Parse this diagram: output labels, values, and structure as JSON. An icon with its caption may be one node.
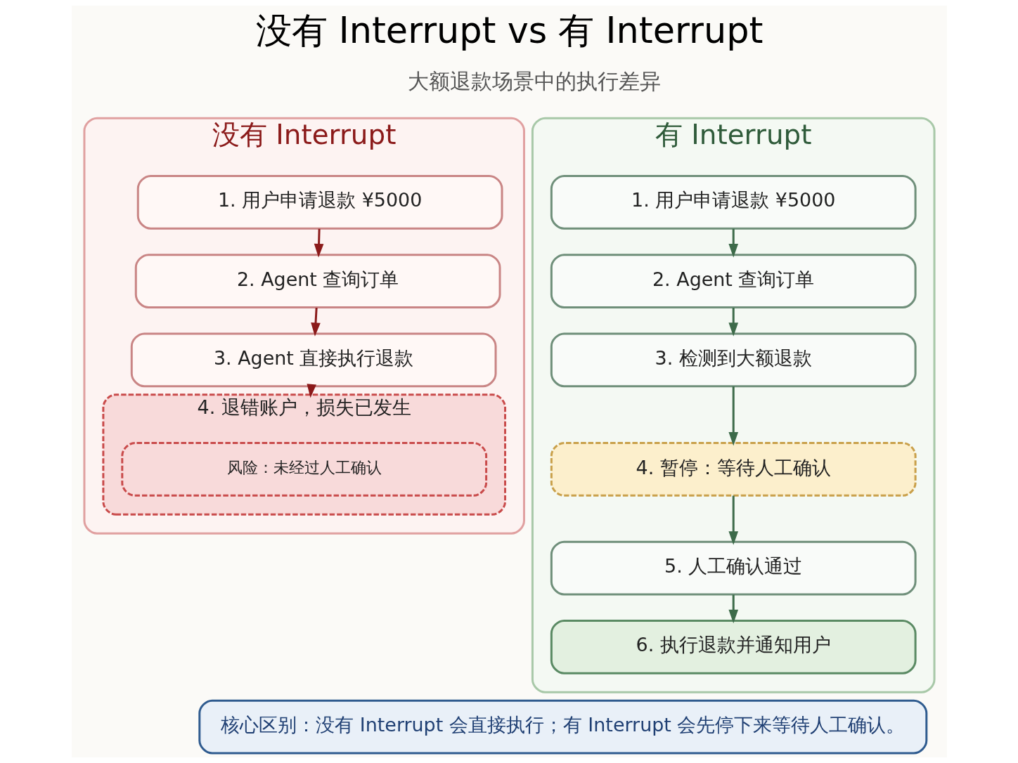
{
  "diagram": {
    "title": "没有 Interrupt vs 有 Interrupt",
    "nodes": [
      {
        "text": [
          "没有 Interrupt"
        ]
      },
      {
        "text": [
          "1. 用户申请退款 ¥5000"
        ],
        "in": 0
      },
      {
        "text": [
          "2. Agent 查询订单"
        ],
        "in": 0
      },
      {
        "text": [
          "3. Agent 直接执行退款"
        ],
        "in": 0
      },
      {
        "text": [
          "4. 退错账户，损失已发生"
        ],
        "in": 0
      },
      {
        "text": [
          "风险：未经过人工确认"
        ],
        "in": 4
      },
      {
        "text": [
          "有 Interrupt"
        ]
      },
      {
        "text": [
          "1. 用户申请退款 ¥5000"
        ],
        "in": 6
      },
      {
        "text": [
          "2. Agent 查询订单"
        ],
        "in": 6
      },
      {
        "text": [
          "3. 检测到大额退款"
        ],
        "in": 6
      },
      {
        "text": [
          "4. 暂停：等待人工确认"
        ],
        "in": 6
      },
      {
        "text": [
          "5. 人工确认通过"
        ],
        "in": 6
      },
      {
        "text": [
          "6. 执行退款并通知用户"
        ],
        "in": 6
      },
      {
        "text": [
          "核心区别：没有 Interrupt 会直接执行；有 Interrupt 会先停下来等待人工确认。"
        ]
      }
    ],
    "edges": [
      {
        "from": 1,
        "to": 2,
        "arrow": "to",
        "color": "#8b1a1a"
      },
      {
        "from": 2,
        "to": 3,
        "arrow": "to",
        "color": "#8b1a1a"
      },
      {
        "from": 3,
        "to": 4,
        "arrow": "to",
        "color": "#8b1a1a"
      },
      {
        "from": 7,
        "to": 8,
        "arrow": "to"
      },
      {
        "from": 8,
        "to": 9,
        "arrow": "to"
      },
      {
        "from": 9,
        "to": 10,
        "arrow": "to"
      },
      {
        "from": 10,
        "to": 11,
        "arrow": "to"
      },
      {
        "from": 11,
        "to": 12,
        "arrow": "to"
      }
    ],
    "labels": [
      "大额退款场景中的执行差异"
    ]
  }
}
